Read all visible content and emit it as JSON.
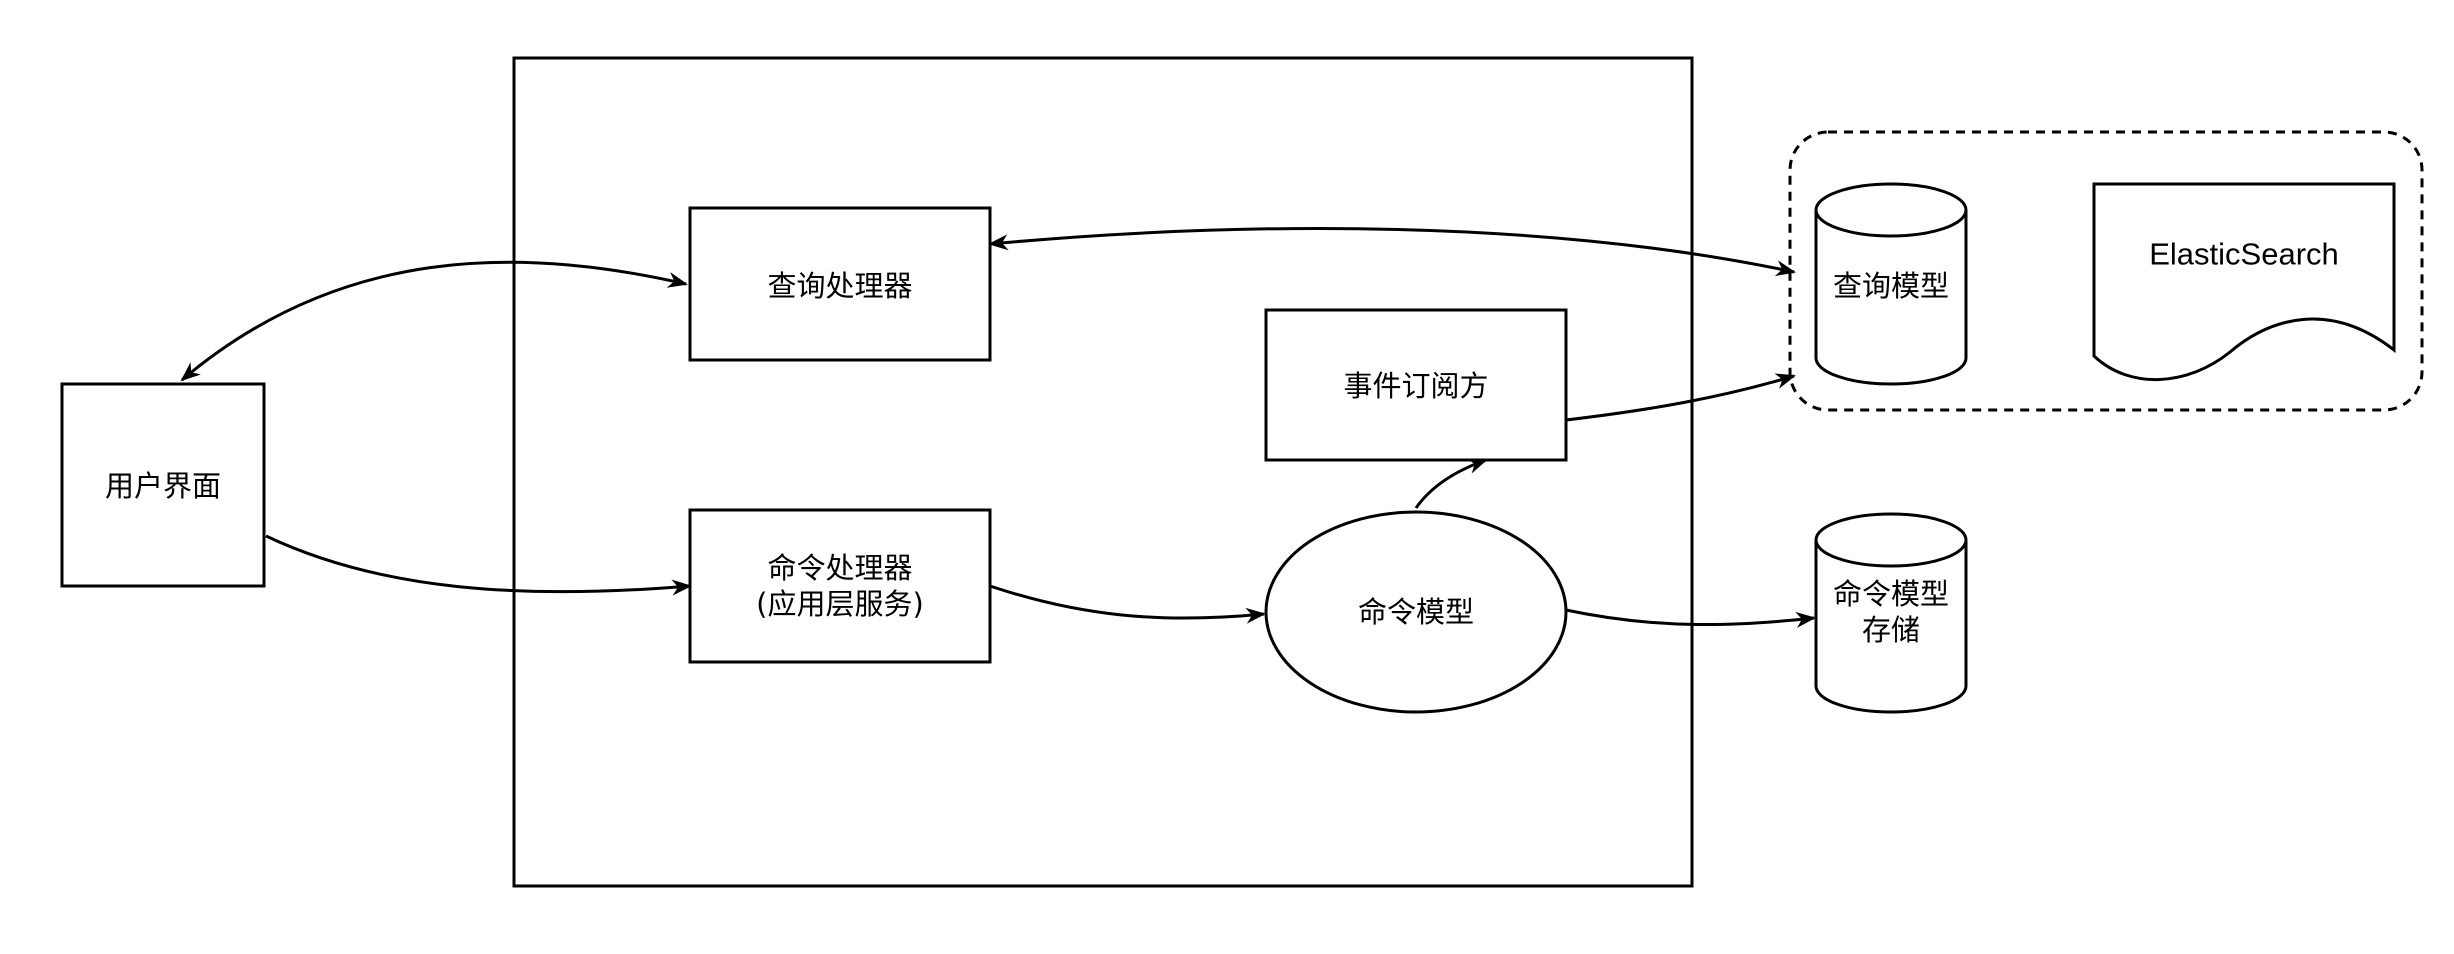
{
  "nodes": {
    "ui": {
      "label": "用户界面"
    },
    "query_handler": {
      "label": "查询处理器"
    },
    "command_handler": {
      "line1": "命令处理器",
      "line2": "(应用层服务)"
    },
    "event_subscriber": {
      "label": "事件订阅方"
    },
    "command_model": {
      "label": "命令模型"
    },
    "query_model": {
      "label": "查询模型"
    },
    "elasticsearch": {
      "label": "ElasticSearch"
    },
    "command_model_store": {
      "line1": "命令模型",
      "line2": "存储"
    }
  },
  "edges": [
    {
      "from": "query_handler",
      "to": "ui",
      "bidirectional": true
    },
    {
      "from": "ui",
      "to": "command_handler"
    },
    {
      "from": "query_handler",
      "to": "query_model",
      "bidirectional": true
    },
    {
      "from": "command_handler",
      "to": "command_model"
    },
    {
      "from": "command_model",
      "to": "event_subscriber"
    },
    {
      "from": "event_subscriber",
      "to": "query_model"
    },
    {
      "from": "command_model",
      "to": "command_model_store"
    }
  ],
  "colors": {
    "stroke": "#000000",
    "fill": "#ffffff"
  }
}
